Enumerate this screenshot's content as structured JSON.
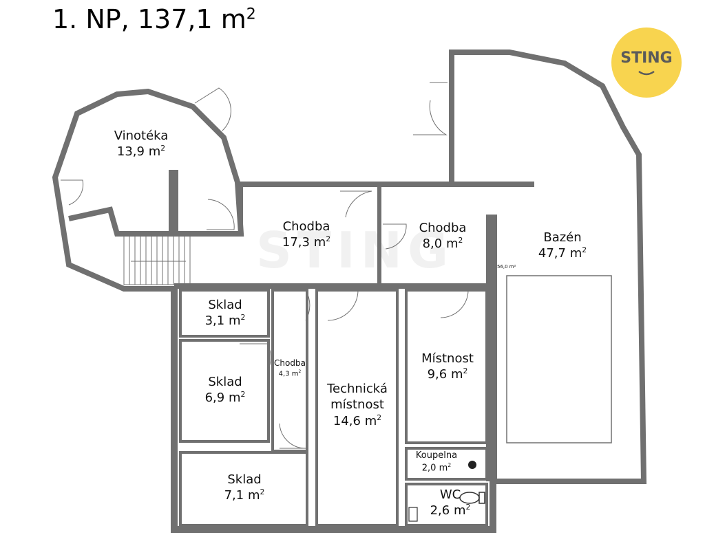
{
  "title": {
    "text": "1. NP, 137,1 m",
    "sup": "2"
  },
  "logo": {
    "text": "STING"
  },
  "watermark": "STING",
  "sup": "2",
  "rooms": {
    "vinoteka": {
      "name": "Vinotéka",
      "area": "13,9 m"
    },
    "chodba1": {
      "name": "Chodba",
      "area": "17,3 m"
    },
    "chodba2": {
      "name": "Chodba",
      "area": "8,0 m"
    },
    "bazen": {
      "name": "Bazén",
      "area": "47,7 m"
    },
    "bazen_note": {
      "text": "56,0 m²"
    },
    "sklad1": {
      "name": "Sklad",
      "area": "3,1 m"
    },
    "sklad2": {
      "name": "Sklad",
      "area": "6,9 m"
    },
    "sklad3": {
      "name": "Sklad",
      "area": "7,1 m"
    },
    "chodba3": {
      "name": "Chodba",
      "area": "4,3 m"
    },
    "technicka": {
      "name1": "Technická",
      "name2": "místnost",
      "area": "14,6 m"
    },
    "mistnost": {
      "name": "Místnost",
      "area": "9,6 m"
    },
    "koupelna": {
      "name": "Koupelna",
      "area": "2,0 m"
    },
    "wc": {
      "name": "WC",
      "area": "2,6 m"
    }
  },
  "colors": {
    "wall": "#707070",
    "logo_bg": "#f8d44f",
    "logo_text": "#5a5a5a"
  }
}
